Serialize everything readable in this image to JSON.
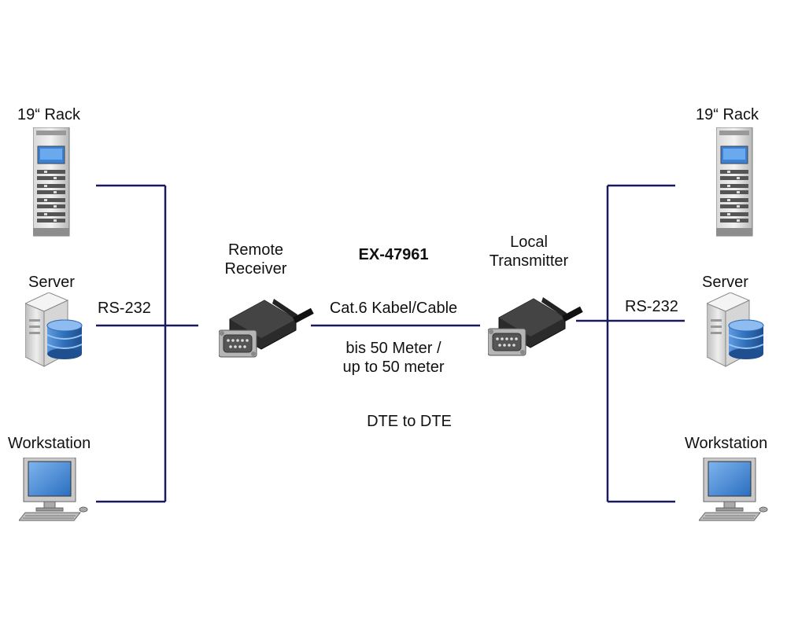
{
  "colors": {
    "line": "#1a1a5e",
    "screen": "#2a78c8",
    "db": "#3d7fc4"
  },
  "left": {
    "rack_label": "19“ Rack",
    "server_label": "Server",
    "workstation_label": "Workstation",
    "link_label": "RS-232",
    "device_label_line1": "Remote",
    "device_label_line2": "Receiver"
  },
  "right": {
    "rack_label": "19“ Rack",
    "server_label": "Server",
    "workstation_label": "Workstation",
    "link_label": "RS-232",
    "device_label_line1": "Local",
    "device_label_line2": "Transmitter"
  },
  "center": {
    "model": "EX-47961",
    "cable": "Cat.6 Kabel/Cable",
    "distance_line1": "bis 50 Meter /",
    "distance_line2": "up to 50 meter",
    "mode": "DTE to DTE"
  },
  "icons": {
    "rack": "server-rack-icon",
    "server": "database-server-icon",
    "workstation": "desktop-computer-icon",
    "connector": "db9-connector-icon"
  }
}
